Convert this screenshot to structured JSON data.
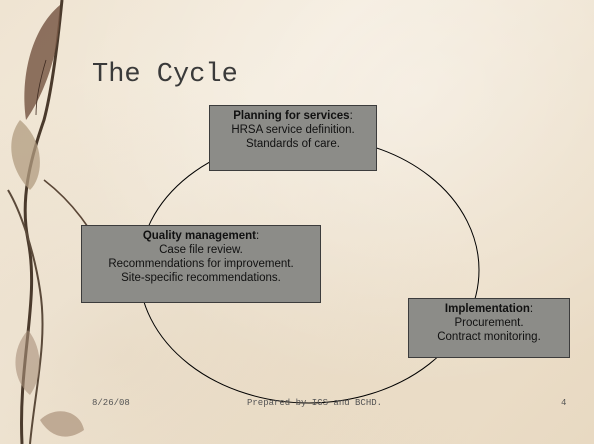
{
  "title": "The Cycle",
  "boxes": {
    "planning": {
      "head": "Planning for services",
      "lines": [
        "HRSA service definition.",
        "Standards of care."
      ]
    },
    "quality": {
      "head": "Quality management",
      "lines": [
        "Case file review.",
        "Recommendations for improvement.",
        "Site-specific recommendations."
      ]
    },
    "implementation": {
      "head": "Implementation",
      "lines": [
        "Procurement.",
        "Contract monitoring."
      ]
    }
  },
  "footer": {
    "date": "8/26/08",
    "note": "Prepared by IGS and BCHD.",
    "page": "4"
  },
  "colors": {
    "box_fill": "#8c8c88",
    "background": "#efe4d2"
  }
}
